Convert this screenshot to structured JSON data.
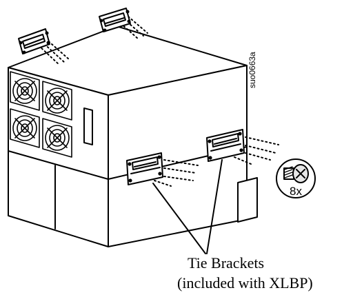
{
  "figure": {
    "doc_code": "suo0663a",
    "caption": {
      "line1": "Tie Brackets",
      "line2": "(included with XLBP)"
    },
    "screw_callout": {
      "quantity_label": "8x",
      "icon": "phillips-screw-icon"
    },
    "icons": {
      "fan": "fan-grille-icon",
      "bracket": "tie-bracket-icon",
      "screw": "phillips-screw-icon"
    },
    "colors": {
      "line": "#000000",
      "fill": "#ffffff",
      "screw_fill": "#e6e6e6"
    }
  }
}
